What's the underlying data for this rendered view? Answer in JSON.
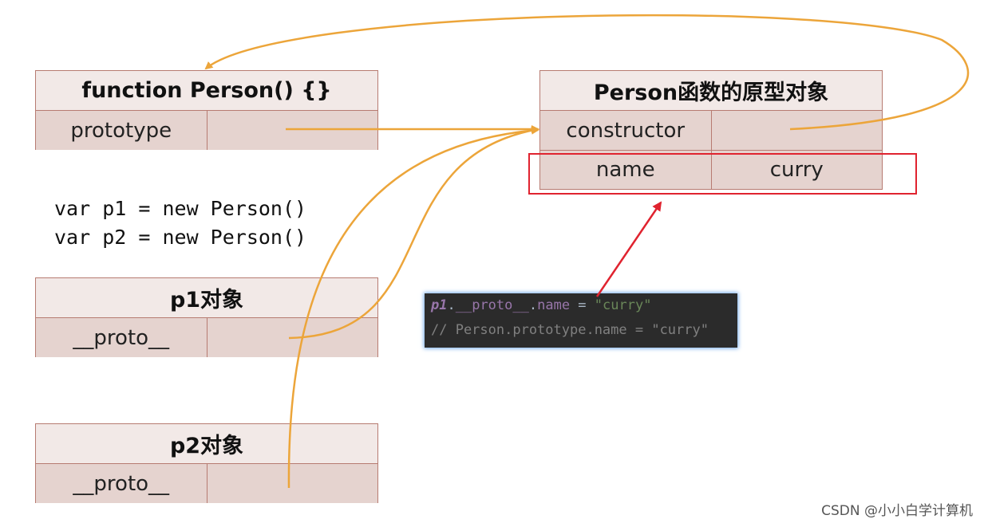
{
  "person_function": {
    "title": "function Person() {}",
    "rows": [
      [
        "prototype",
        ""
      ]
    ]
  },
  "prototype_object": {
    "title": "Person函数的原型对象",
    "rows": [
      [
        "constructor",
        ""
      ],
      [
        "name",
        "curry"
      ]
    ]
  },
  "p1_object": {
    "title": "p1对象",
    "rows": [
      [
        "__proto__",
        ""
      ]
    ]
  },
  "p2_object": {
    "title": "p2对象",
    "rows": [
      [
        "__proto__",
        ""
      ]
    ]
  },
  "code": {
    "line1": "var p1 = new Person()",
    "line2": "var p2 = new Person()"
  },
  "editor": {
    "line1_var": "p1",
    "line1_dot1": ".",
    "line1_prop1": "__proto__",
    "line1_dot2": ".",
    "line1_prop2": "name",
    "line1_eq": " = ",
    "line1_str": "\"curry\"",
    "line2_comment": "// Person.prototype.name = \"curry\""
  },
  "watermark": "CSDN @小小白学计算机",
  "colors": {
    "arrow": "#eca53a",
    "highlight": "#e0232f",
    "box_border": "#b77b71",
    "title_bg": "#f2e9e7",
    "row_bg": "#e5d3cf"
  }
}
